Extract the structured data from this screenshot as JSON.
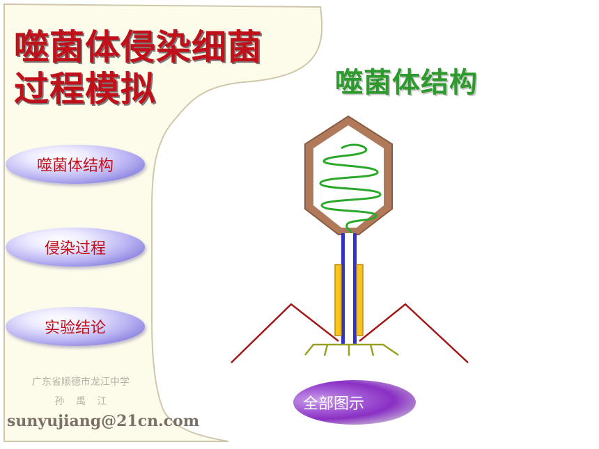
{
  "main_title": {
    "line1": "噬菌体侵染细菌",
    "line2": "过程模拟"
  },
  "menu": {
    "items": [
      {
        "label": "噬菌体结构"
      },
      {
        "label": "侵染过程"
      },
      {
        "label": "实验结论"
      }
    ]
  },
  "credits": {
    "school": "广东省顺德市龙江中学",
    "author": "孙 禹 江",
    "email": "sunyujiang@21cn.com"
  },
  "diagram": {
    "title": "噬菌体结构"
  },
  "actions": {
    "show_all": "全部图示"
  },
  "colors": {
    "panel": "#fdfbea",
    "title_red": "#c0101a",
    "head_brown": "#b07a5a",
    "dna_green": "#2aa82a",
    "sheath_yellow": "#f7c51e",
    "tail_blue": "#3333c8",
    "fiber_red": "#a01818",
    "plate_olive": "#9aa020"
  }
}
